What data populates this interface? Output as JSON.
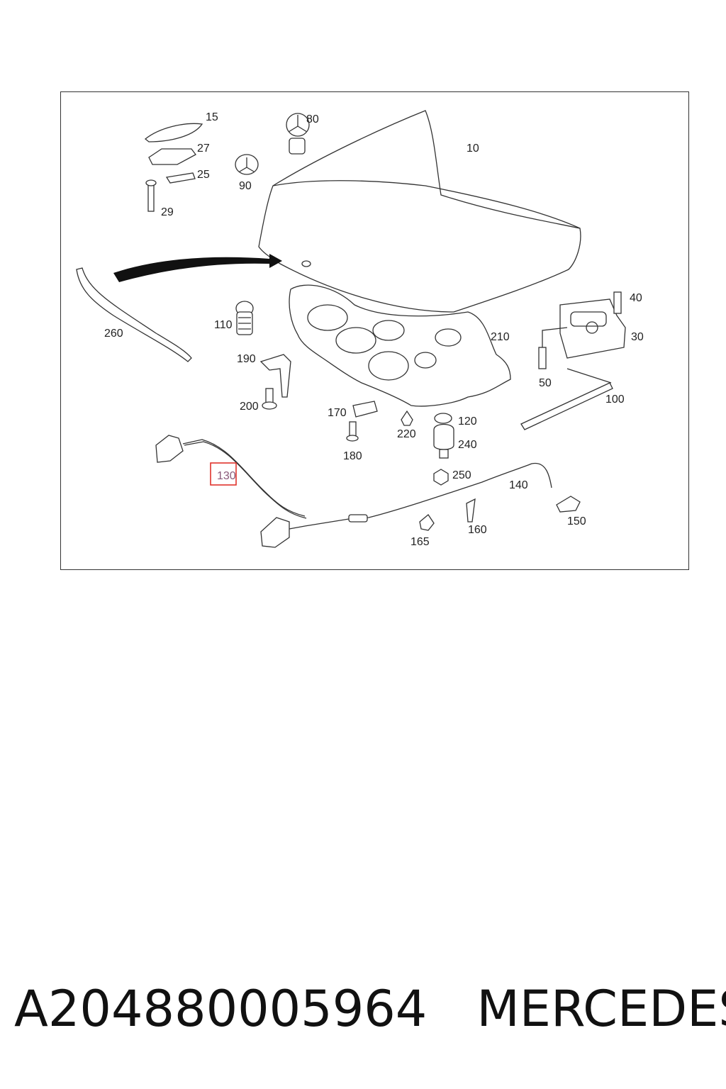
{
  "diagram": {
    "highlighted_callout": "130",
    "callouts": [
      "15",
      "80",
      "27",
      "25",
      "10",
      "90",
      "29",
      "40",
      "260",
      "110",
      "210",
      "30",
      "190",
      "50",
      "100",
      "200",
      "170",
      "120",
      "220",
      "240",
      "180",
      "130",
      "250",
      "140",
      "150",
      "160",
      "165"
    ]
  },
  "caption": {
    "part_number": "A204880005964",
    "brand": "MERCEDES"
  },
  "colors": {
    "highlight": "#e0332c",
    "line": "#333333"
  }
}
